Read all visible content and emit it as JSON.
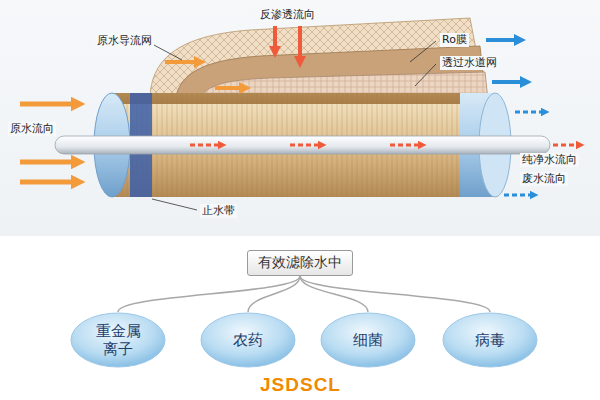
{
  "diagram": {
    "nodes": [
      {
        "text": [
          "有效滤除水中"
        ]
      },
      {
        "text": [
          "重金属离子"
        ]
      },
      {
        "text": [
          "农药"
        ]
      },
      {
        "text": [
          "细菌"
        ]
      },
      {
        "text": [
          "病毒"
        ]
      }
    ],
    "edges": [
      {
        "from": 0,
        "to": 1,
        "arrow": "none"
      },
      {
        "from": 0,
        "to": 2,
        "arrow": "none"
      },
      {
        "from": 0,
        "to": 3,
        "arrow": "none"
      },
      {
        "from": 0,
        "to": 4,
        "arrow": "none"
      }
    ],
    "labels": [
      "原水导流网",
      "反渗透流向",
      "Ro膜",
      "透过水道网",
      "原水流向",
      "止水带",
      "纯净水流向",
      "废水流向",
      "JSDSCL"
    ]
  }
}
